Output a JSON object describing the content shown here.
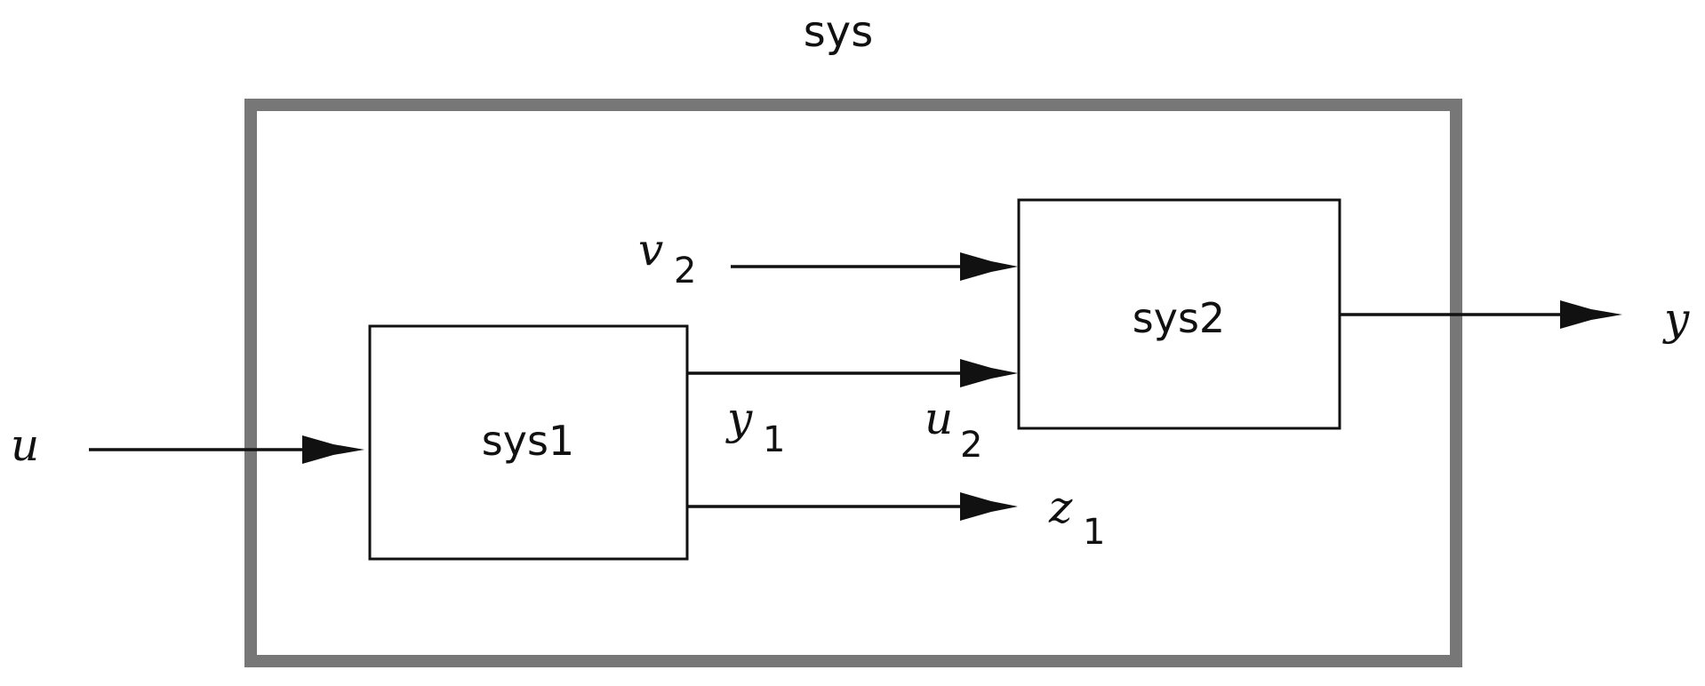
{
  "diagram": {
    "outer_system": {
      "label": "sys"
    },
    "blocks": {
      "sys1": {
        "label": "sys1"
      },
      "sys2": {
        "label": "sys2"
      }
    },
    "signals": {
      "u": {
        "symbol": "u",
        "subscript": ""
      },
      "v2": {
        "symbol": "v",
        "subscript": "2"
      },
      "y1": {
        "symbol": "y",
        "subscript": "1"
      },
      "u2": {
        "symbol": "u",
        "subscript": "2"
      },
      "z1": {
        "symbol": "z",
        "subscript": "1"
      },
      "y": {
        "symbol": "y",
        "subscript": ""
      }
    },
    "colors": {
      "outer_border": "#777777",
      "lines": "#111111",
      "background": "#ffffff"
    }
  }
}
